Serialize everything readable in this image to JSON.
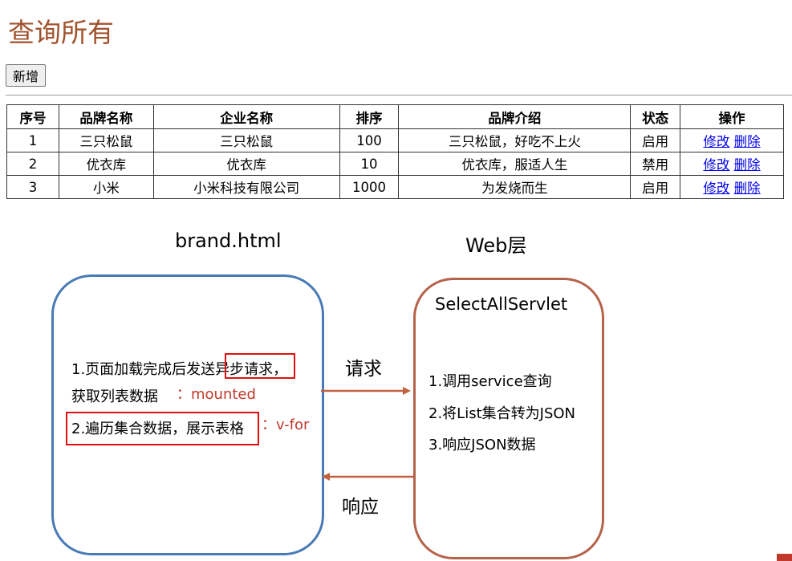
{
  "page": {
    "title": "查询所有",
    "add_button": "新增"
  },
  "table": {
    "headers": [
      "序号",
      "品牌名称",
      "企业名称",
      "排序",
      "品牌介绍",
      "状态",
      "操作"
    ],
    "rows": [
      {
        "no": "1",
        "brand": "三只松鼠",
        "company": "三只松鼠",
        "order": "100",
        "desc": "三只松鼠，好吃不上火",
        "status": "启用",
        "edit": "修改",
        "del": "删除"
      },
      {
        "no": "2",
        "brand": "优衣库",
        "company": "优衣库",
        "order": "10",
        "desc": "优衣库，服适人生",
        "status": "禁用",
        "edit": "修改",
        "del": "删除"
      },
      {
        "no": "3",
        "brand": "小米",
        "company": "小米科技有限公司",
        "order": "1000",
        "desc": "为发烧而生",
        "status": "启用",
        "edit": "修改",
        "del": "删除"
      }
    ]
  },
  "diagram": {
    "left_label": "brand.html",
    "right_label": "Web层",
    "servlet": "SelectAllServlet",
    "left_step1_a": "1.页面加载完成后发送",
    "left_step1_b": "异步请求，",
    "left_step1_c": "获取列表数据",
    "left_step1_hint": "：mounted",
    "left_step2": "2.遍历集合数据，展示表格",
    "left_step2_hint": "：v-for",
    "right_step1": "1.调用service查询",
    "right_step2": "2.将List集合转为JSON",
    "right_step3": "3.响应JSON数据",
    "request_label": "请求",
    "response_label": "响应",
    "colors": {
      "left_box": "#4a7ab5",
      "right_box": "#b5634a",
      "arrow": "#c0623f",
      "highlight": "#e01010",
      "hint": "#c0392b"
    }
  }
}
